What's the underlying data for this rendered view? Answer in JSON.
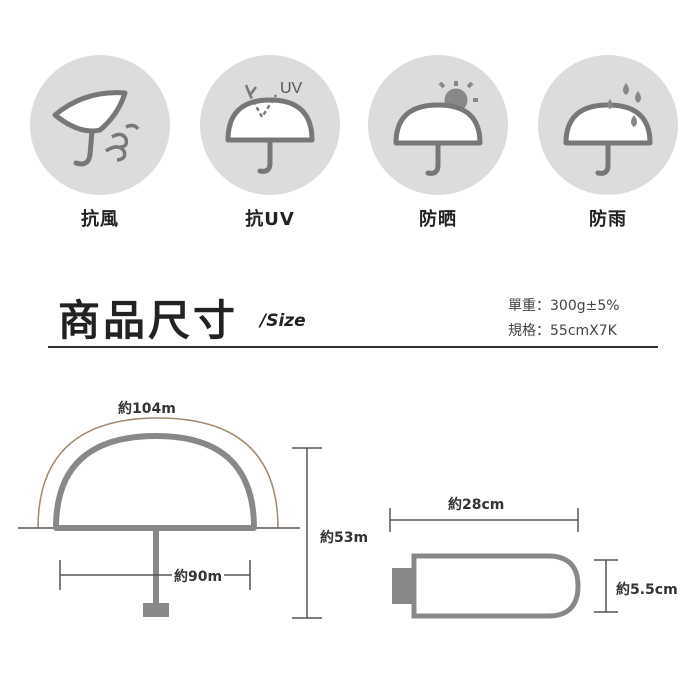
{
  "features": [
    {
      "label": "抗風",
      "icon": "wind-umbrella-icon"
    },
    {
      "label": "抗UV",
      "icon": "uv-umbrella-icon",
      "uv_text": "UV"
    },
    {
      "label": "防晒",
      "icon": "sun-umbrella-icon"
    },
    {
      "label": "防雨",
      "icon": "rain-umbrella-icon"
    }
  ],
  "size_section": {
    "title": "商品尺寸",
    "subtitle": "/Size",
    "specs": [
      "單重：300g±5%",
      "規格：55cmX7K"
    ]
  },
  "dimensions": {
    "arc_length": "約104m",
    "open_width": "約90m",
    "height": "約53m",
    "folded_length": "約28cm",
    "folded_diameter": "約5.5cm"
  },
  "colors": {
    "icon_circle": "#dcdcdc",
    "umbrella_outline": "#888888",
    "line": "#555555",
    "arc": "#a08a70"
  }
}
